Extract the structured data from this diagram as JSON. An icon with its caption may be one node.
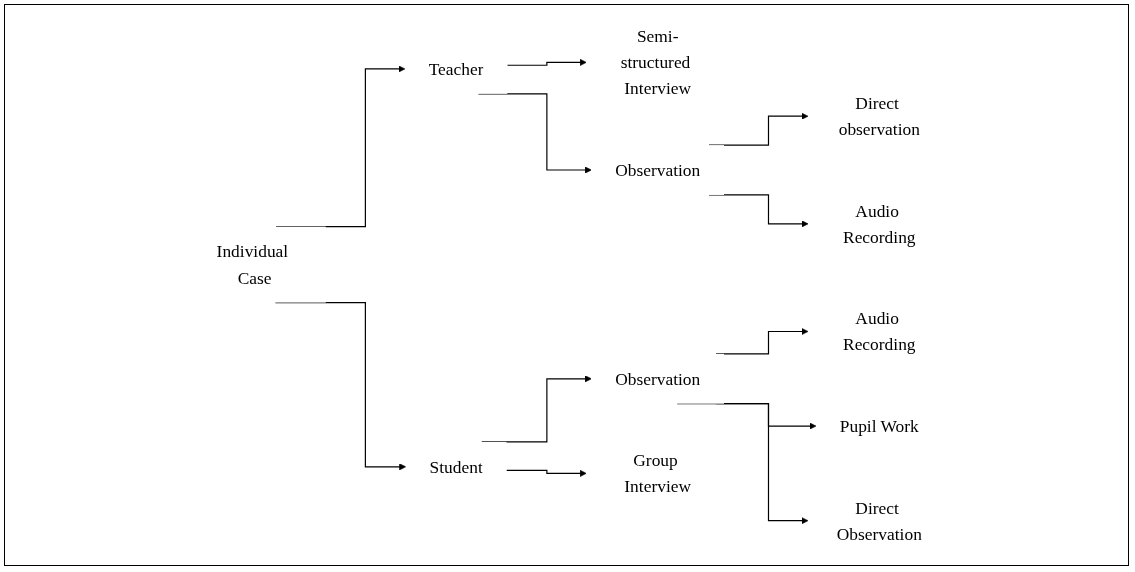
{
  "diagram": {
    "nodes": [
      {
        "text": [
          "Individual Case"
        ]
      },
      {
        "text": [
          "Teacher"
        ]
      },
      {
        "text": [
          "Student"
        ]
      },
      {
        "text": [
          "Semi-structured Interview"
        ]
      },
      {
        "text": [
          "Observation"
        ]
      },
      {
        "text": [
          "Direct observation"
        ]
      },
      {
        "text": [
          "Audio Recording"
        ]
      },
      {
        "text": [
          "Observation"
        ]
      },
      {
        "text": [
          "Group Interview"
        ]
      },
      {
        "text": [
          "Audio Recording"
        ]
      },
      {
        "text": [
          "Pupil Work"
        ]
      },
      {
        "text": [
          "Direct Observation"
        ]
      }
    ],
    "edges": [
      {
        "from": 0,
        "to": 1,
        "arrow": "to"
      },
      {
        "from": 0,
        "to": 2,
        "arrow": "to"
      },
      {
        "from": 1,
        "to": 3,
        "arrow": "to"
      },
      {
        "from": 1,
        "to": 4,
        "arrow": "to"
      },
      {
        "from": 4,
        "to": 5,
        "arrow": "to"
      },
      {
        "from": 4,
        "to": 6,
        "arrow": "to"
      },
      {
        "from": 2,
        "to": 7,
        "arrow": "to"
      },
      {
        "from": 2,
        "to": 8,
        "arrow": "to"
      },
      {
        "from": 7,
        "to": 9,
        "arrow": "to"
      },
      {
        "from": 7,
        "to": 10,
        "arrow": "to"
      },
      {
        "from": 7,
        "to": 11,
        "arrow": "to"
      }
    ]
  }
}
